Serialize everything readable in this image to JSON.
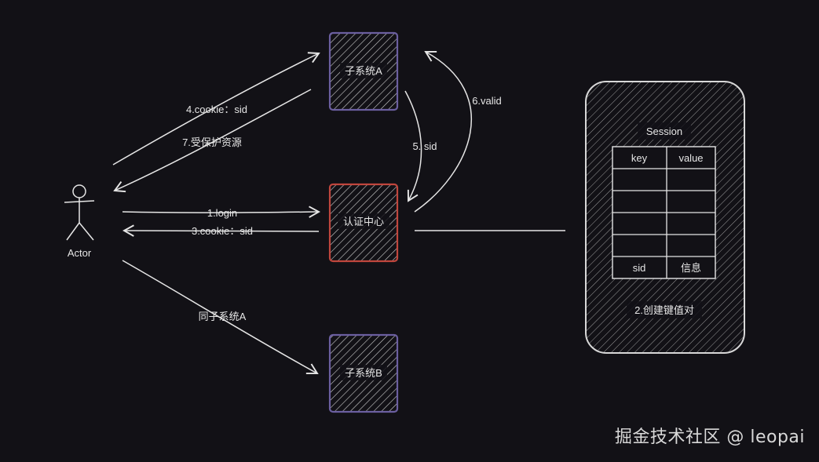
{
  "nodes": {
    "actor": {
      "label": "Actor"
    },
    "subsystem_a": {
      "label": "子系统A",
      "color": "#5a4f8a"
    },
    "auth_center": {
      "label": "认证中心",
      "color": "#b5423a"
    },
    "subsystem_b": {
      "label": "子系统B",
      "color": "#5a4f8a"
    },
    "session": {
      "title": "Session",
      "footer": "2.创建键值对",
      "table": {
        "headers": [
          "key",
          "value"
        ],
        "last_row": [
          "sid",
          "信息"
        ]
      }
    }
  },
  "edges": {
    "login": "1.login",
    "cookie_sid_return": "3.cookie：sid",
    "cookie_sid_to_a": "4.cookie：sid",
    "sid_to_auth": "5. sid",
    "valid": "6.valid",
    "protected_resource": "7.受保护资源",
    "same_as_a": "同子系统A"
  },
  "watermark": "掘金技术社区 @ leopai",
  "colors": {
    "background": "#121116",
    "stroke": "#e6e6e6"
  }
}
